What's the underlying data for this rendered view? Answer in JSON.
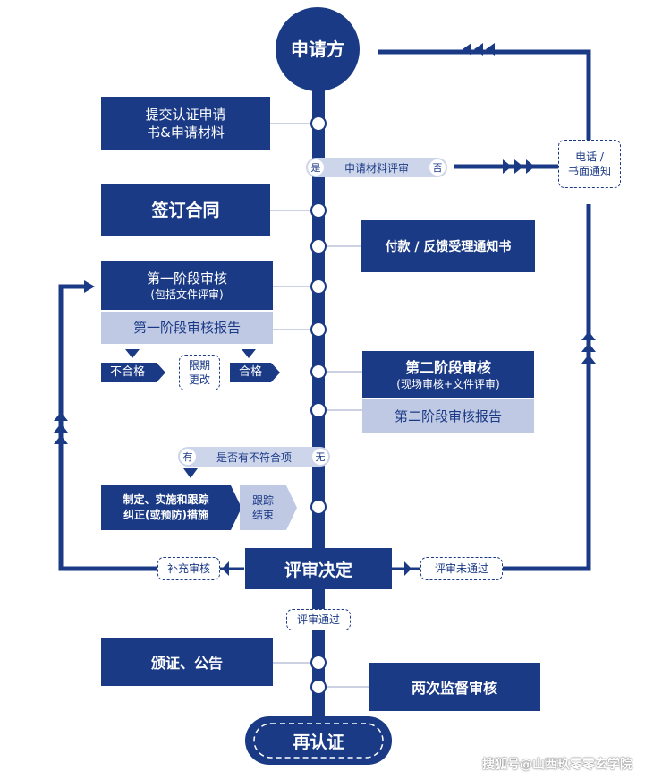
{
  "nodes": {
    "applicant": "申请方",
    "submit": "提交认证申请\n书&申请材料",
    "review_materials": "申请材料评审",
    "review_yes": "是",
    "review_no": "否",
    "notify": "电话 /\n书面通知",
    "contract": "签订合同",
    "payment": "付款 / 反馈受理通知书",
    "stage1_title": "第一阶段审核",
    "stage1_sub": "(包括文件评审)",
    "stage1_report": "第一阶段审核报告",
    "fail": "不合格",
    "deadline_change": "限期\n更改",
    "pass": "合格",
    "stage2_title": "第二阶段审核",
    "stage2_sub": "(现场审核+文件评审)",
    "stage2_report": "第二阶段审核报告",
    "nonconformity_question": "是否有不符合项",
    "nonconformity_yes": "有",
    "nonconformity_no": "无",
    "corrective": "制定、实施和跟踪\n纠正(或预防)措施",
    "tracking_end": "跟踪\n结束",
    "decision": "评审决定",
    "supplementary": "补充审核",
    "not_passed": "评审未通过",
    "passed": "评审通过",
    "certify": "颁证、公告",
    "surveillance": "两次监督审核",
    "recertify": "再认证"
  },
  "watermark": "搜狐号@山西玖零零玄学院",
  "colors": {
    "primary": "#1b3a86",
    "light": "#bfc9e4",
    "pill": "#ccd5ea"
  }
}
